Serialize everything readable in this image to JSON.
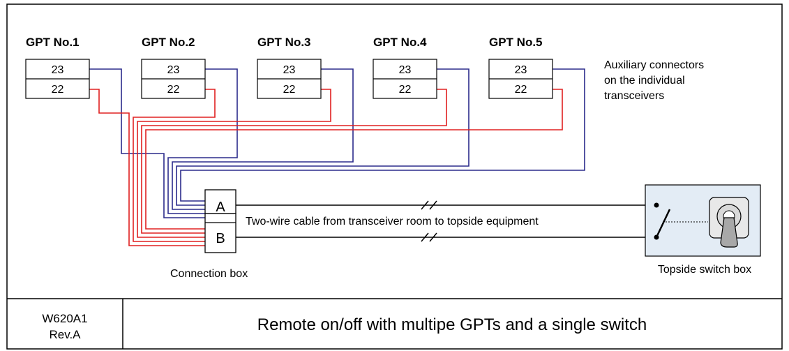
{
  "diagram": {
    "gpts": [
      {
        "title": "GPT No.1",
        "pins": [
          "23",
          "22"
        ]
      },
      {
        "title": "GPT No.2",
        "pins": [
          "23",
          "22"
        ]
      },
      {
        "title": "GPT No.3",
        "pins": [
          "23",
          "22"
        ]
      },
      {
        "title": "GPT No.4",
        "pins": [
          "23",
          "22"
        ]
      },
      {
        "title": "GPT No.5",
        "pins": [
          "23",
          "22"
        ]
      }
    ],
    "aux_note": [
      "Auxiliary connectors",
      "on the individual",
      "transceivers"
    ],
    "connection_box": {
      "terminal_a": "A",
      "terminal_b": "B",
      "label": "Connection box"
    },
    "cable_label": "Two-wire cable from transceiver room to topside equipment",
    "switch_box_label": "Topside switch box",
    "colors": {
      "wire_23": "#2b2b8c",
      "wire_22": "#e02020",
      "switch_box_fill": "#e3ecf5"
    }
  },
  "footer": {
    "doc_code": "W620A1",
    "revision": "Rev.A",
    "title": "Remote on/off with multipe GPTs and a single switch"
  }
}
